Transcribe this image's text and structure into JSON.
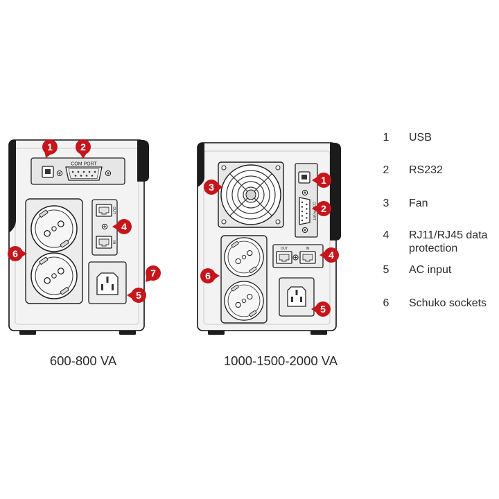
{
  "colors": {
    "callout": "#c4161c",
    "callout_text": "#ffffff",
    "text": "#2b2b2b"
  },
  "devices": [
    {
      "caption": "600-800 VA",
      "callouts": [
        "1",
        "2",
        "4",
        "6",
        "7",
        "5"
      ],
      "labels": {
        "com_port": "COM PORT",
        "out": "OUT",
        "in": "IN"
      }
    },
    {
      "caption": "1000-1500-2000 VA",
      "callouts": [
        "1",
        "2",
        "3",
        "4",
        "6",
        "5"
      ],
      "labels": {
        "com_port": "COM PORT",
        "out": "OUT",
        "in": "IN"
      }
    }
  ],
  "legend": [
    {
      "number": "1",
      "label_lines": [
        "USB"
      ]
    },
    {
      "number": "2",
      "label_lines": [
        "RS232"
      ]
    },
    {
      "number": "3",
      "label_lines": [
        "Fan"
      ]
    },
    {
      "number": "4",
      "label_lines": [
        "RJ11/RJ45 data",
        "protection"
      ]
    },
    {
      "number": "5",
      "label_lines": [
        "AC input"
      ]
    },
    {
      "number": "6",
      "label_lines": [
        "Schuko sockets"
      ]
    }
  ]
}
